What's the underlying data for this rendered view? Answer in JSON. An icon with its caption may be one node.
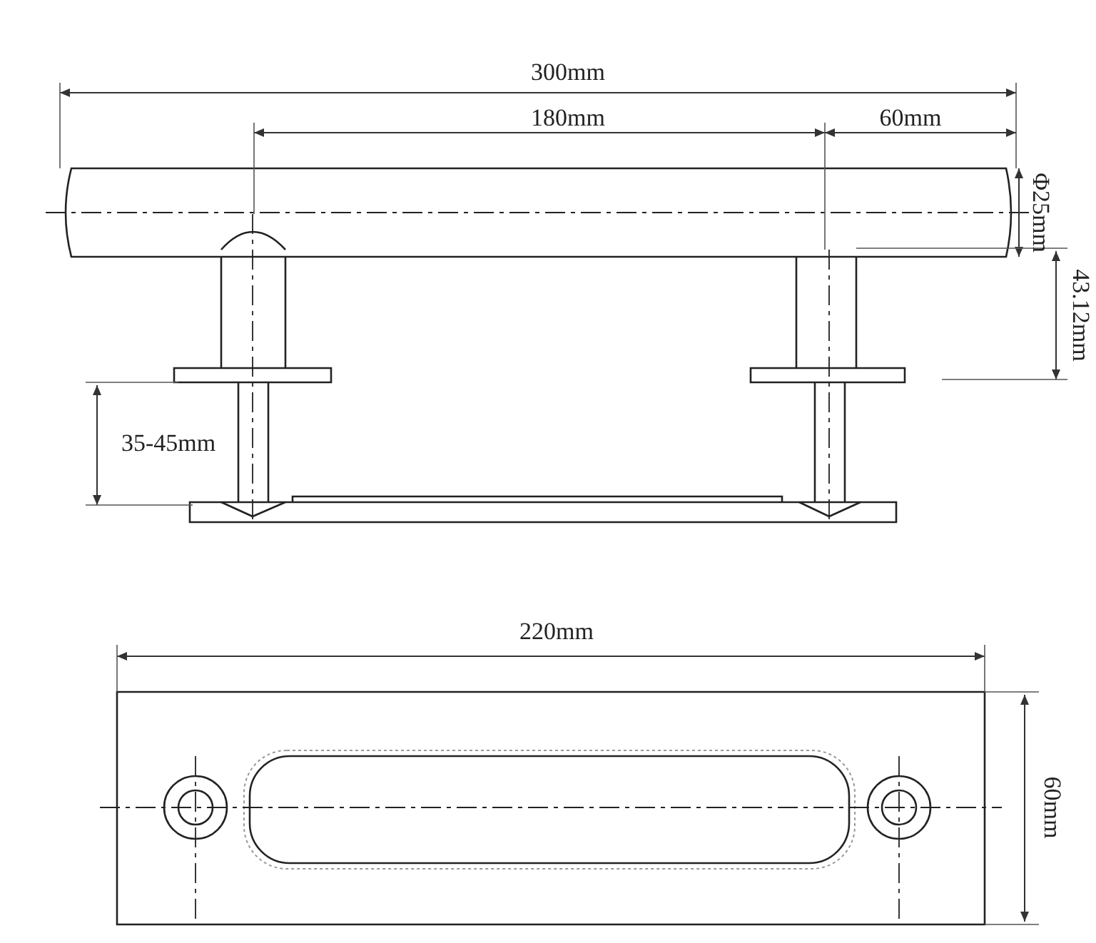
{
  "diagram": {
    "labels": [
      "300mm",
      "180mm",
      "60mm",
      "Φ25mm",
      "43.12mm",
      "35-45mm",
      "220mm",
      "60mm"
    ]
  }
}
